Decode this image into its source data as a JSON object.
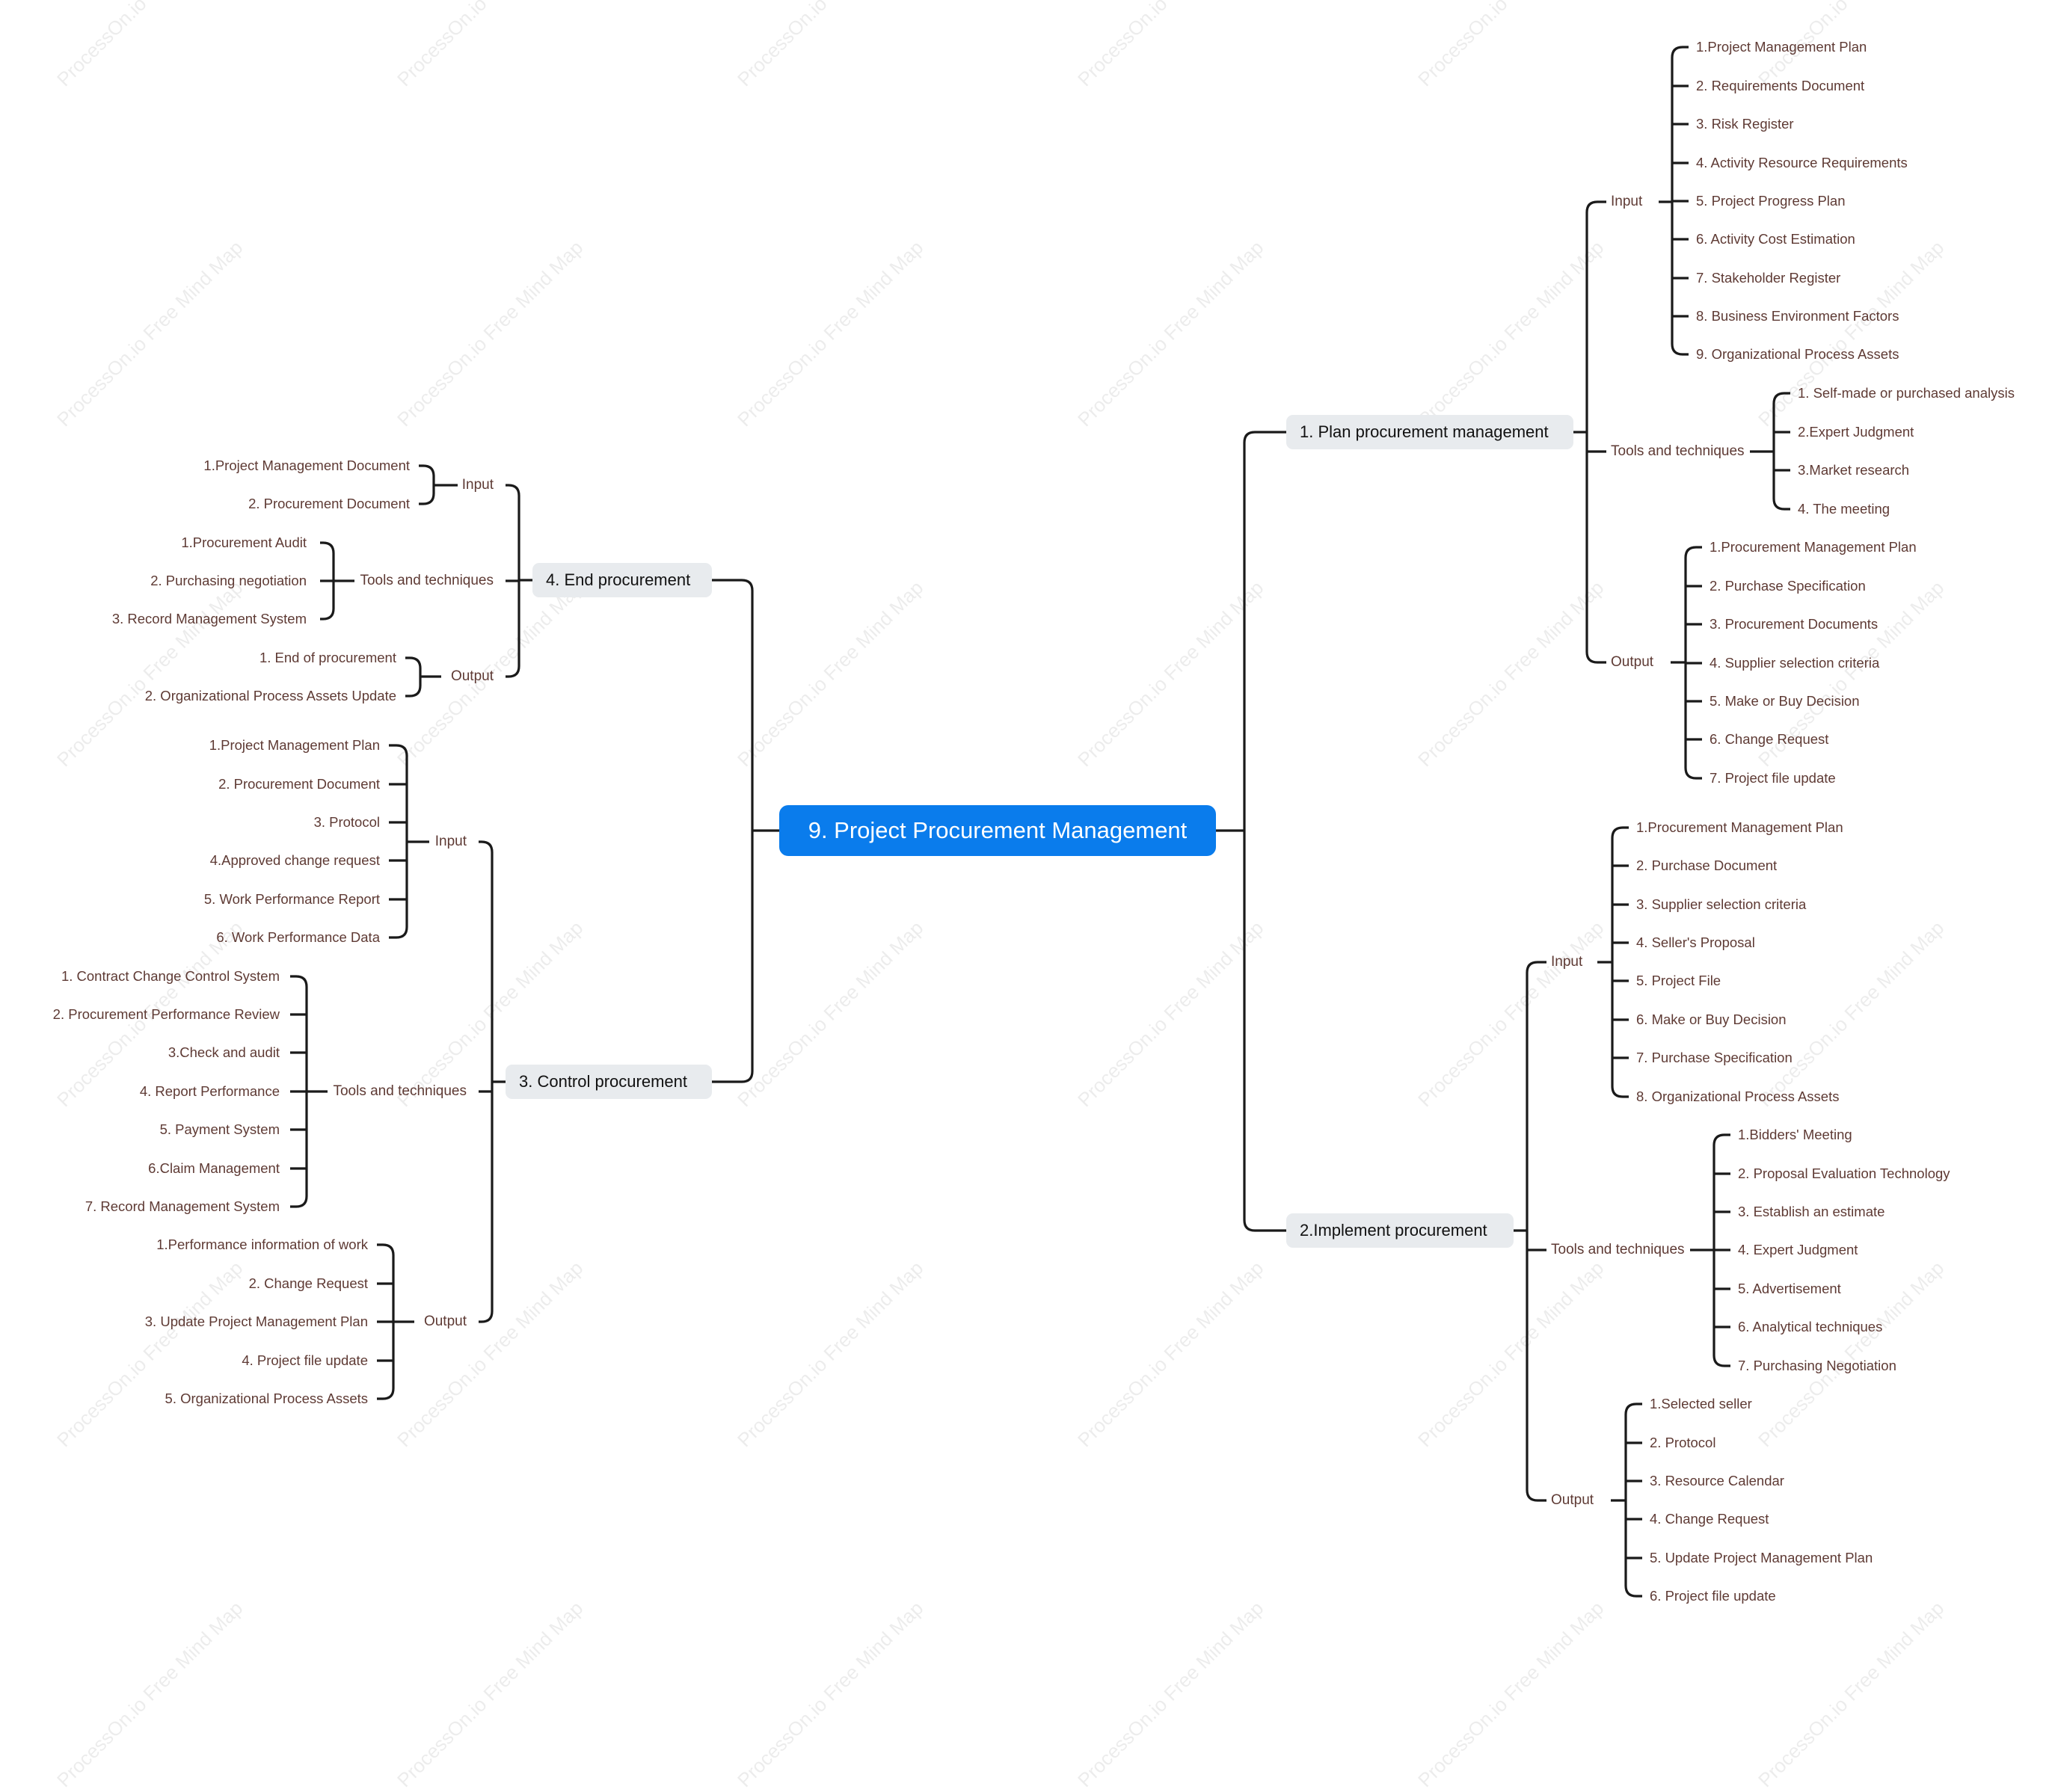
{
  "root": "9. Project Procurement Management",
  "watermark": "ProcessOn.io Free Mind Map",
  "branches": {
    "plan": {
      "title": "1. Plan procurement management",
      "input": {
        "label": "Input",
        "items": [
          "1.Project Management Plan",
          "2. Requirements Document",
          "3. Risk Register",
          "4. Activity Resource Requirements",
          "5. Project Progress Plan",
          "6. Activity Cost Estimation",
          "7. Stakeholder Register",
          "8. Business Environment Factors",
          "9. Organizational Process Assets"
        ]
      },
      "tools": {
        "label": "Tools and techniques",
        "items": [
          "1. Self-made or purchased analysis",
          "2.Expert Judgment",
          "3.Market research",
          "4. The meeting"
        ]
      },
      "output": {
        "label": "Output",
        "items": [
          "1.Procurement Management Plan",
          "2. Purchase Specification",
          "3. Procurement Documents",
          "4. Supplier selection criteria",
          "5. Make or Buy Decision",
          "6. Change Request",
          "7. Project file update"
        ]
      }
    },
    "implement": {
      "title": "2.Implement procurement",
      "input": {
        "label": "Input",
        "items": [
          "1.Procurement Management Plan",
          "2. Purchase Document",
          "3. Supplier selection criteria",
          "4. Seller's Proposal",
          "5. Project File",
          "6. Make or Buy Decision",
          "7. Purchase Specification",
          "8. Organizational Process Assets"
        ]
      },
      "tools": {
        "label": "Tools and techniques",
        "items": [
          "1.Bidders' Meeting",
          "2. Proposal Evaluation Technology",
          "3. Establish an estimate",
          "4. Expert Judgment",
          "5. Advertisement",
          "6. Analytical techniques",
          "7. Purchasing Negotiation"
        ]
      },
      "output": {
        "label": "Output",
        "items": [
          "1.Selected seller",
          "2. Protocol",
          "3. Resource Calendar",
          "4. Change Request",
          "5. Update Project Management Plan",
          "6. Project file update"
        ]
      }
    },
    "control": {
      "title": "3. Control procurement",
      "input": {
        "label": "Input",
        "items": [
          "1.Project Management Plan",
          "2. Procurement Document",
          "3. Protocol",
          "4.Approved change request",
          "5. Work Performance Report",
          "6. Work Performance Data"
        ]
      },
      "tools": {
        "label": "Tools and techniques",
        "items": [
          "1. Contract Change Control System",
          "2. Procurement Performance Review",
          "3.Check and audit",
          "4. Report Performance",
          "5. Payment System",
          "6.Claim Management",
          "7. Record Management System"
        ]
      },
      "output": {
        "label": "Output",
        "items": [
          "1.Performance information of work",
          "2. Change Request",
          "3. Update Project Management Plan",
          "4. Project file update",
          "5. Organizational Process Assets"
        ]
      }
    },
    "end": {
      "title": "4. End procurement",
      "input": {
        "label": "Input",
        "items": [
          "1.Project Management Document",
          "2. Procurement Document"
        ]
      },
      "tools": {
        "label": "Tools and techniques",
        "items": [
          "1.Procurement Audit",
          "2. Purchasing negotiation",
          "3. Record Management System"
        ]
      },
      "output": {
        "label": "Output",
        "items": [
          "1. End of procurement",
          "2. Organizational Process Assets Update"
        ]
      }
    }
  }
}
